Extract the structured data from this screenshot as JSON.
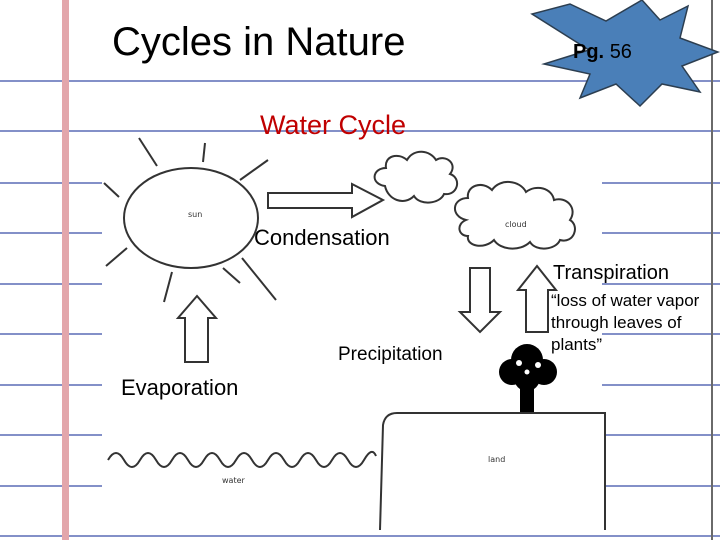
{
  "title": "Cycles in Nature",
  "page_badge": {
    "prefix": "Pg.",
    "number": "56",
    "fill_color": "#4a7fb8"
  },
  "diagram": {
    "heading": "Water Cycle",
    "labels": {
      "condensation": "Condensation",
      "transpiration": "Transpiration",
      "transpiration_note": "“loss of water vapor through leaves of plants”",
      "precipitation": "Precipitation",
      "evaporation": "Evaporation"
    },
    "sketch_labels": {
      "sun": "sun",
      "cloud": "cloud",
      "land": "land",
      "water": "water"
    },
    "heading_color": "#c00000"
  }
}
